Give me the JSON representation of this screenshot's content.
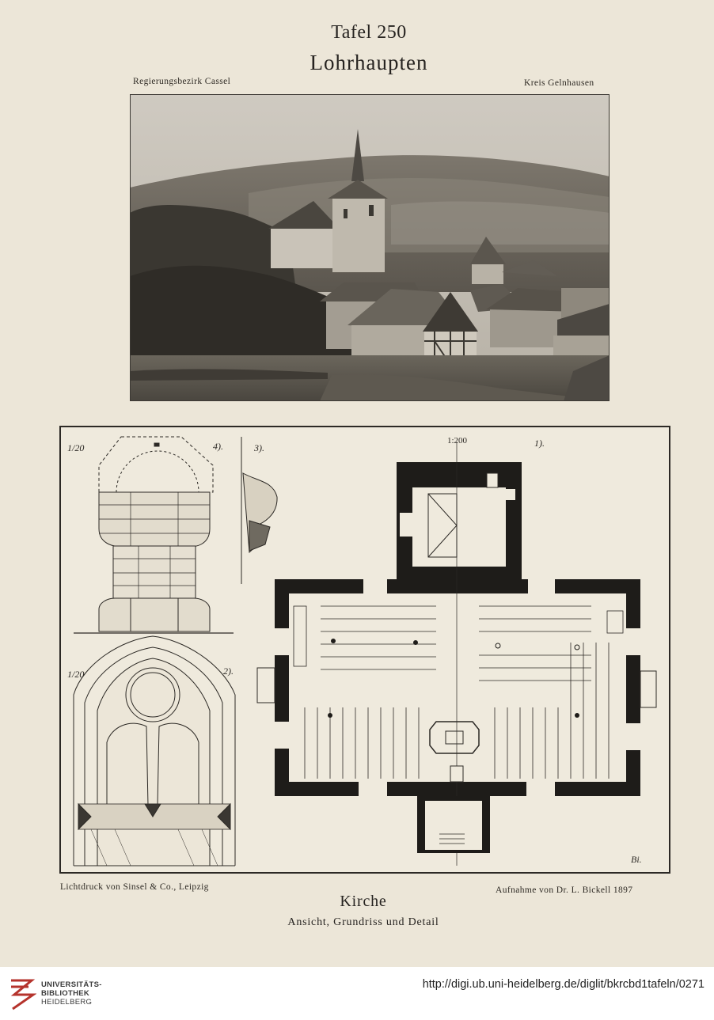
{
  "header": {
    "plate": "Tafel 250",
    "place": "Lohrhaupten",
    "region": "Regierungsbezirk Cassel",
    "district": "Kreis Gelnhausen"
  },
  "drawing": {
    "scale_small_left_top": "1/20",
    "scale_small_left_bottom": "1/20",
    "scale_plan": "1:200",
    "fig1": "1).",
    "fig2": "2).",
    "fig3": "3).",
    "fig4": "4).",
    "signature": "Bi."
  },
  "footer_text": {
    "printer": "Lichtdruck von Sinsel & Co., Leipzig",
    "survey": "Aufnahme von Dr. L. Bickell 1897",
    "caption": "Kirche",
    "subcaption": "Ansicht, Grundriss und Detail"
  },
  "library": {
    "line1": "UNIVERSITÄTS-",
    "line2": "BIBLIOTHEK",
    "line3": "HEIDELBERG",
    "url": "http://digi.ub.uni-heidelberg.de/diglit/bkrcbd1tafeln/0271"
  },
  "colors": {
    "paper": "#ece6d8",
    "ink": "#262320",
    "logo_red": "#b5332c"
  }
}
